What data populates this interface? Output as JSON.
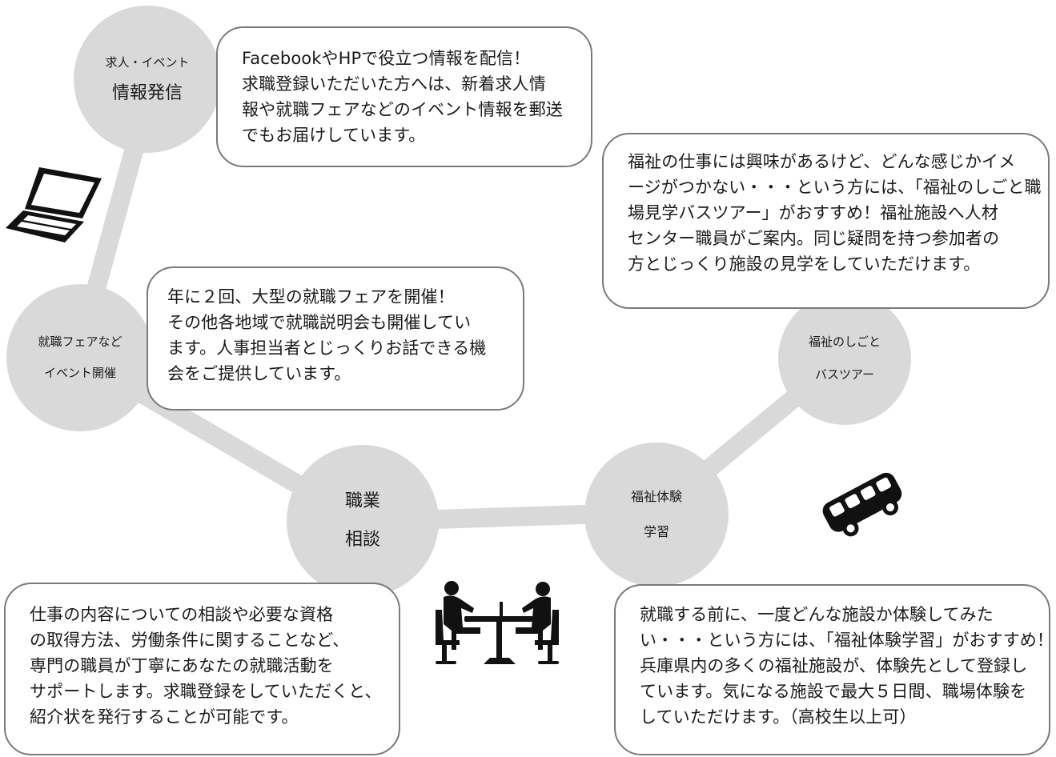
{
  "nodes": {
    "job_info": {
      "line1": "求人・イベント",
      "line2": "情報発信"
    },
    "job_fair": {
      "line1": "就職フェアなど",
      "line2": "イベント開催"
    },
    "consultation": {
      "line1": "職業",
      "line2": "相談"
    },
    "experience": {
      "line1": "福祉体験",
      "line2": "学習"
    },
    "bus_tour": {
      "line1": "福祉のしごと",
      "line2": "バスツアー"
    }
  },
  "boxes": {
    "job_info": {
      "lines": [
        "FacebookやHPで役立つ情報を配信！",
        "求職登録いただいた方へは、新着求人情",
        "報や就職フェアなどのイベント情報を郵送",
        "でもお届けしています。"
      ]
    },
    "job_fair": {
      "lines": [
        "年に２回、大型の就職フェアを開催！",
        "その他各地域で就職説明会も開催してい",
        "ます。人事担当者とじっくりお話できる機",
        "会をご提供しています。"
      ]
    },
    "bus_tour": {
      "lines": [
        "福祉の仕事には興味があるけど、どんな感じかイメ",
        "ージがつかない・・・という方には、「福祉のしごと職",
        "場見学バスツアー」がおすすめ！福祉施設へ人材",
        "センター職員がご案内。同じ疑問を持つ参加者の",
        "方とじっくり施設の見学をしていただけます。"
      ]
    },
    "consultation": {
      "lines": [
        "仕事の内容についての相談や必要な資格",
        "の取得方法、労働条件に関することなど、",
        "専門の職員が丁寧にあなたの就職活動を",
        "サポートします。求職登録をしていただくと、",
        "紹介状を発行することが可能です。"
      ]
    },
    "experience": {
      "lines": [
        "就職する前に、一度どんな施設か体験してみた",
        "い・・・という方には、「福祉体験学習」がおすすめ！",
        "兵庫県内の多くの福祉施設が、体験先として登録し",
        "ています。気になる施設で最大５日間、職場体験を",
        "していただけます。（高校生以上可）"
      ]
    }
  },
  "icons": {
    "laptop": "laptop-icon",
    "bus": "bus-icon",
    "meeting": "meeting-icon"
  },
  "colors": {
    "node_fill": "#d9d9d9",
    "connector": "#d9d9d9",
    "box_border": "#7a7a7a",
    "icon": "#111111"
  }
}
